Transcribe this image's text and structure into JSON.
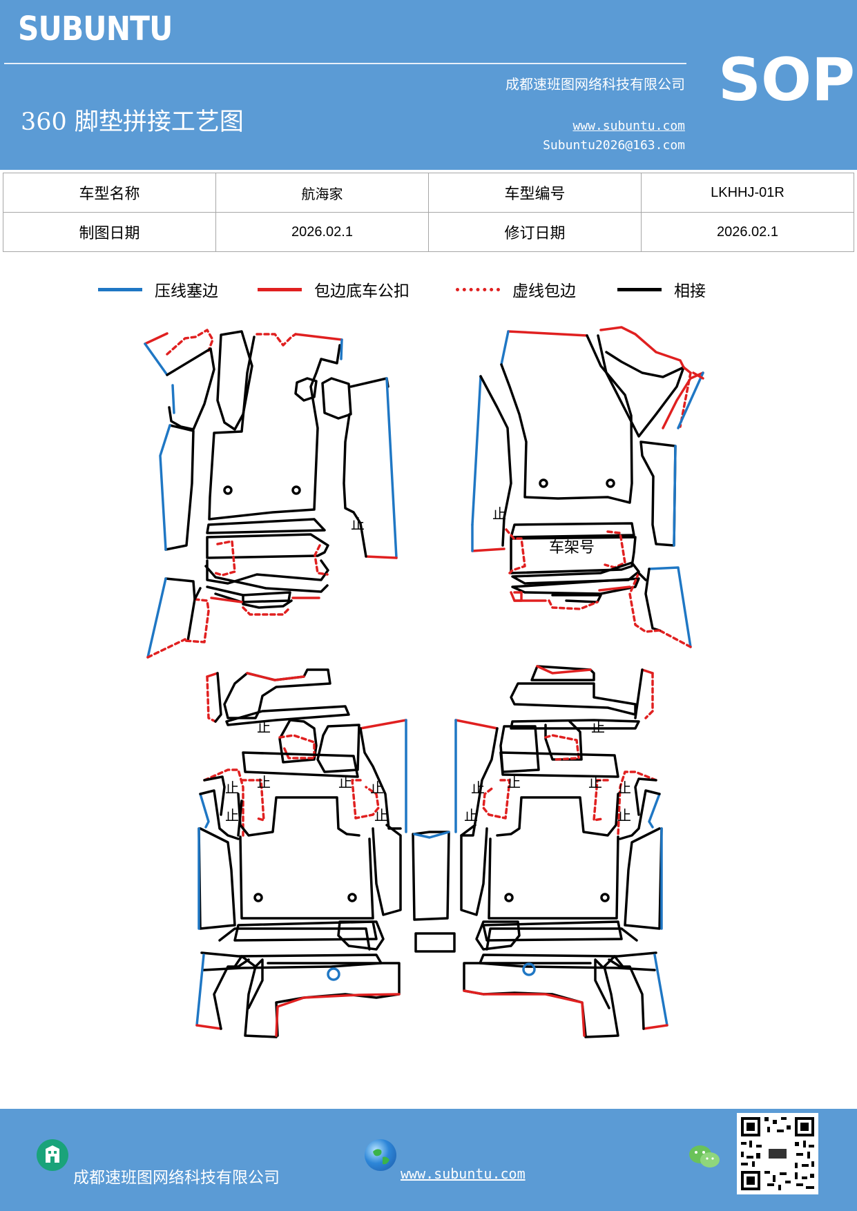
{
  "header": {
    "brand": "SUBUNTU",
    "sop_label": "SOP",
    "doc_title": "360 脚垫拼接工艺图",
    "company": "成都速班图网络科技有限公司",
    "website": "www.subuntu.com",
    "email": "Subuntu2026@163.com"
  },
  "info_table": {
    "model_name_label": "车型名称",
    "model_name": "航海家",
    "model_code_label": "车型编号",
    "model_code": "LKHHJ-01R",
    "draw_date_label": "制图日期",
    "draw_date": "2026.02.1",
    "revise_date_label": "修订日期",
    "revise_date": "2026.02.1"
  },
  "legend": [
    {
      "label": "压线塞边",
      "color": "#1f77c4",
      "style": "solid"
    },
    {
      "label": "包边底车公扣",
      "color": "#e02020",
      "style": "solid"
    },
    {
      "label": "虚线包边",
      "color": "#e02020",
      "style": "dashed"
    },
    {
      "label": "相接",
      "color": "#000000",
      "style": "solid"
    }
  ],
  "drawing": {
    "frame_label": "车架号",
    "stop_mark": "止"
  },
  "footer": {
    "company": "成都速班图网络科技有限公司",
    "website": "www.subuntu.com"
  },
  "colors": {
    "header_bg": "#5b9bd5",
    "blue_edge": "#1f77c4",
    "red_edge": "#e02020",
    "black_edge": "#000000"
  }
}
